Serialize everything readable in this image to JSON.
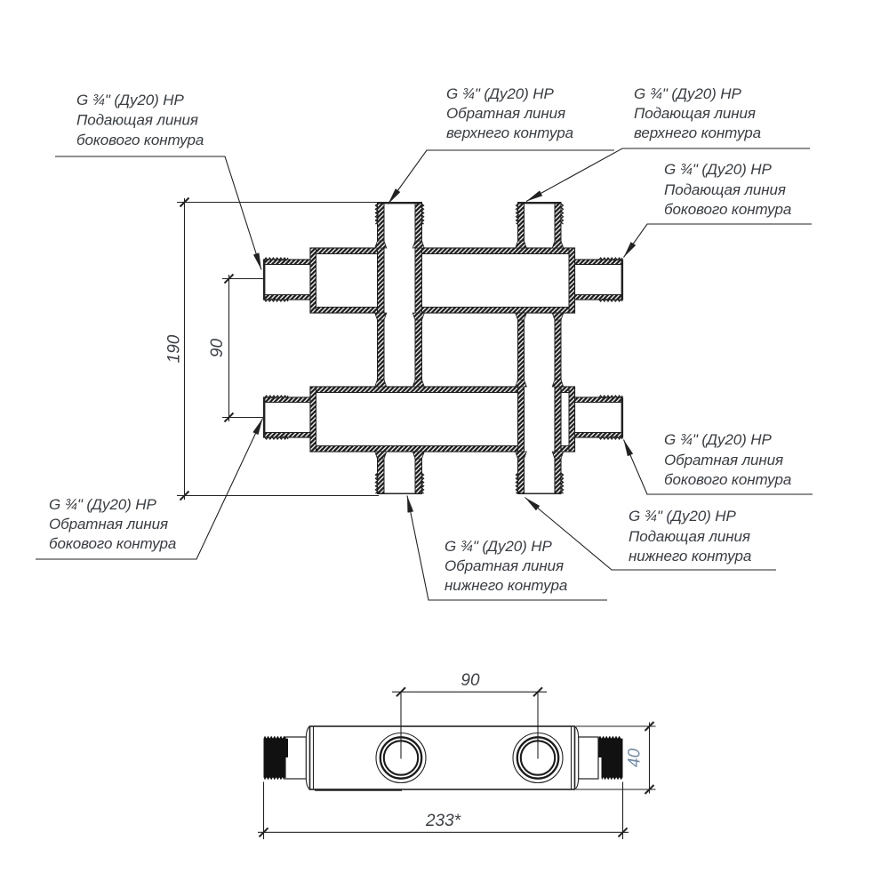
{
  "drawing": {
    "type": "engineering-drawing",
    "subject": "hydraulic distributor manifold",
    "callouts": [
      {
        "id": "top-left-side-supply",
        "lines": [
          "G ¾\" (Ду20) НР",
          "Подающая линия",
          "бокового контура"
        ]
      },
      {
        "id": "top-middle-upper-return",
        "lines": [
          "G ¾\" (Ду20) НР",
          "Обратная линия",
          "верхнего контура"
        ]
      },
      {
        "id": "top-right-upper-supply",
        "lines": [
          "G ¾\" (Ду20) НР",
          "Подающая линия",
          "верхнего контура"
        ]
      },
      {
        "id": "right-side-supply",
        "lines": [
          "G ¾\" (Ду20) НР",
          "Подающая линия",
          "бокового контура"
        ]
      },
      {
        "id": "right-side-return",
        "lines": [
          "G ¾\" (Ду20) НР",
          "Обратная линия",
          "бокового контура"
        ]
      },
      {
        "id": "bottom-right-lower-supply",
        "lines": [
          "G ¾\" (Ду20) НР",
          "Подающая линия",
          "нижнего контура"
        ]
      },
      {
        "id": "bottom-middle-lower-return",
        "lines": [
          "G ¾\" (Ду20) НР",
          "Обратная линия",
          "нижнего контура"
        ]
      },
      {
        "id": "bottom-left-side-return",
        "lines": [
          "G ¾\" (Ду20) НР",
          "Обратная линия",
          "бокового контура"
        ]
      }
    ],
    "dimensions": {
      "overall_height": "190",
      "riser_spacing": "90",
      "port_spacing": "90",
      "overall_length": "233*",
      "body_height": "40"
    },
    "colors": {
      "line": "#222222",
      "label_text": "#3a3f47",
      "dim_text": "#3c4250",
      "dim_accent": "#6e8cab",
      "thread_fill": "#111111"
    }
  }
}
